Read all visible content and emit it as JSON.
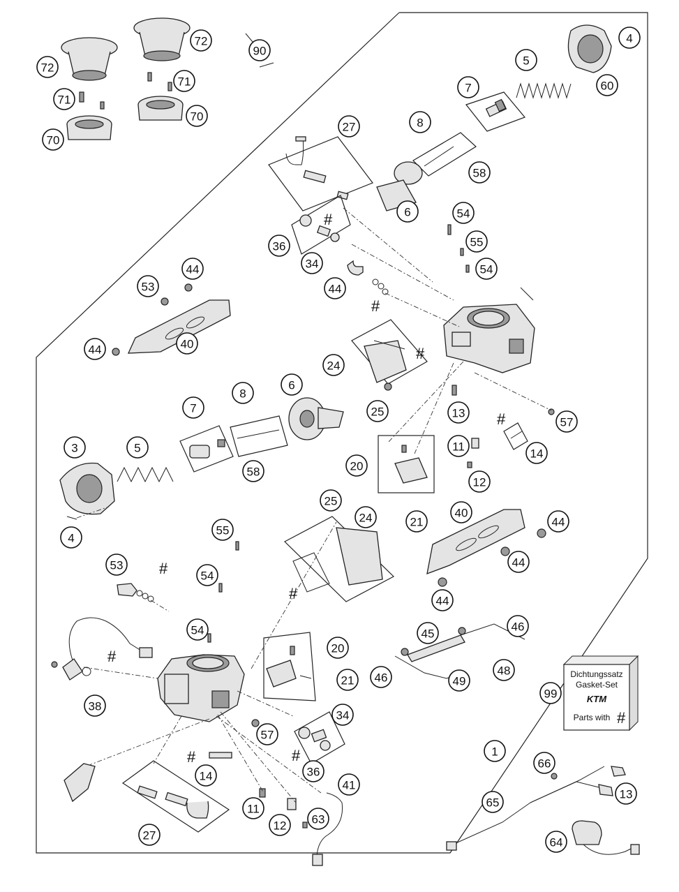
{
  "gasket_set": {
    "title_line1": "Dichtungssatz",
    "title_line2": "Gasket-Set",
    "brand": "KTM",
    "parts_with": "Parts with",
    "symbol": "#"
  },
  "hash_symbol": "#",
  "callouts": [
    "72",
    "90",
    "72",
    "4",
    "71",
    "71",
    "5",
    "70",
    "70",
    "60",
    "7",
    "27",
    "8",
    "58",
    "6",
    "54",
    "36",
    "55",
    "34",
    "44",
    "54",
    "53",
    "44",
    "40",
    "44",
    "24",
    "25",
    "13",
    "57",
    "7",
    "8",
    "6",
    "11",
    "14",
    "3",
    "5",
    "58",
    "20",
    "12",
    "4",
    "25",
    "24",
    "40",
    "44",
    "55",
    "21",
    "53",
    "54",
    "44",
    "44",
    "54",
    "20",
    "45",
    "46",
    "38",
    "21",
    "46",
    "48",
    "49",
    "99",
    "34",
    "1",
    "57",
    "36",
    "14",
    "66",
    "41",
    "65",
    "13",
    "11",
    "12",
    "63",
    "27",
    "64"
  ]
}
